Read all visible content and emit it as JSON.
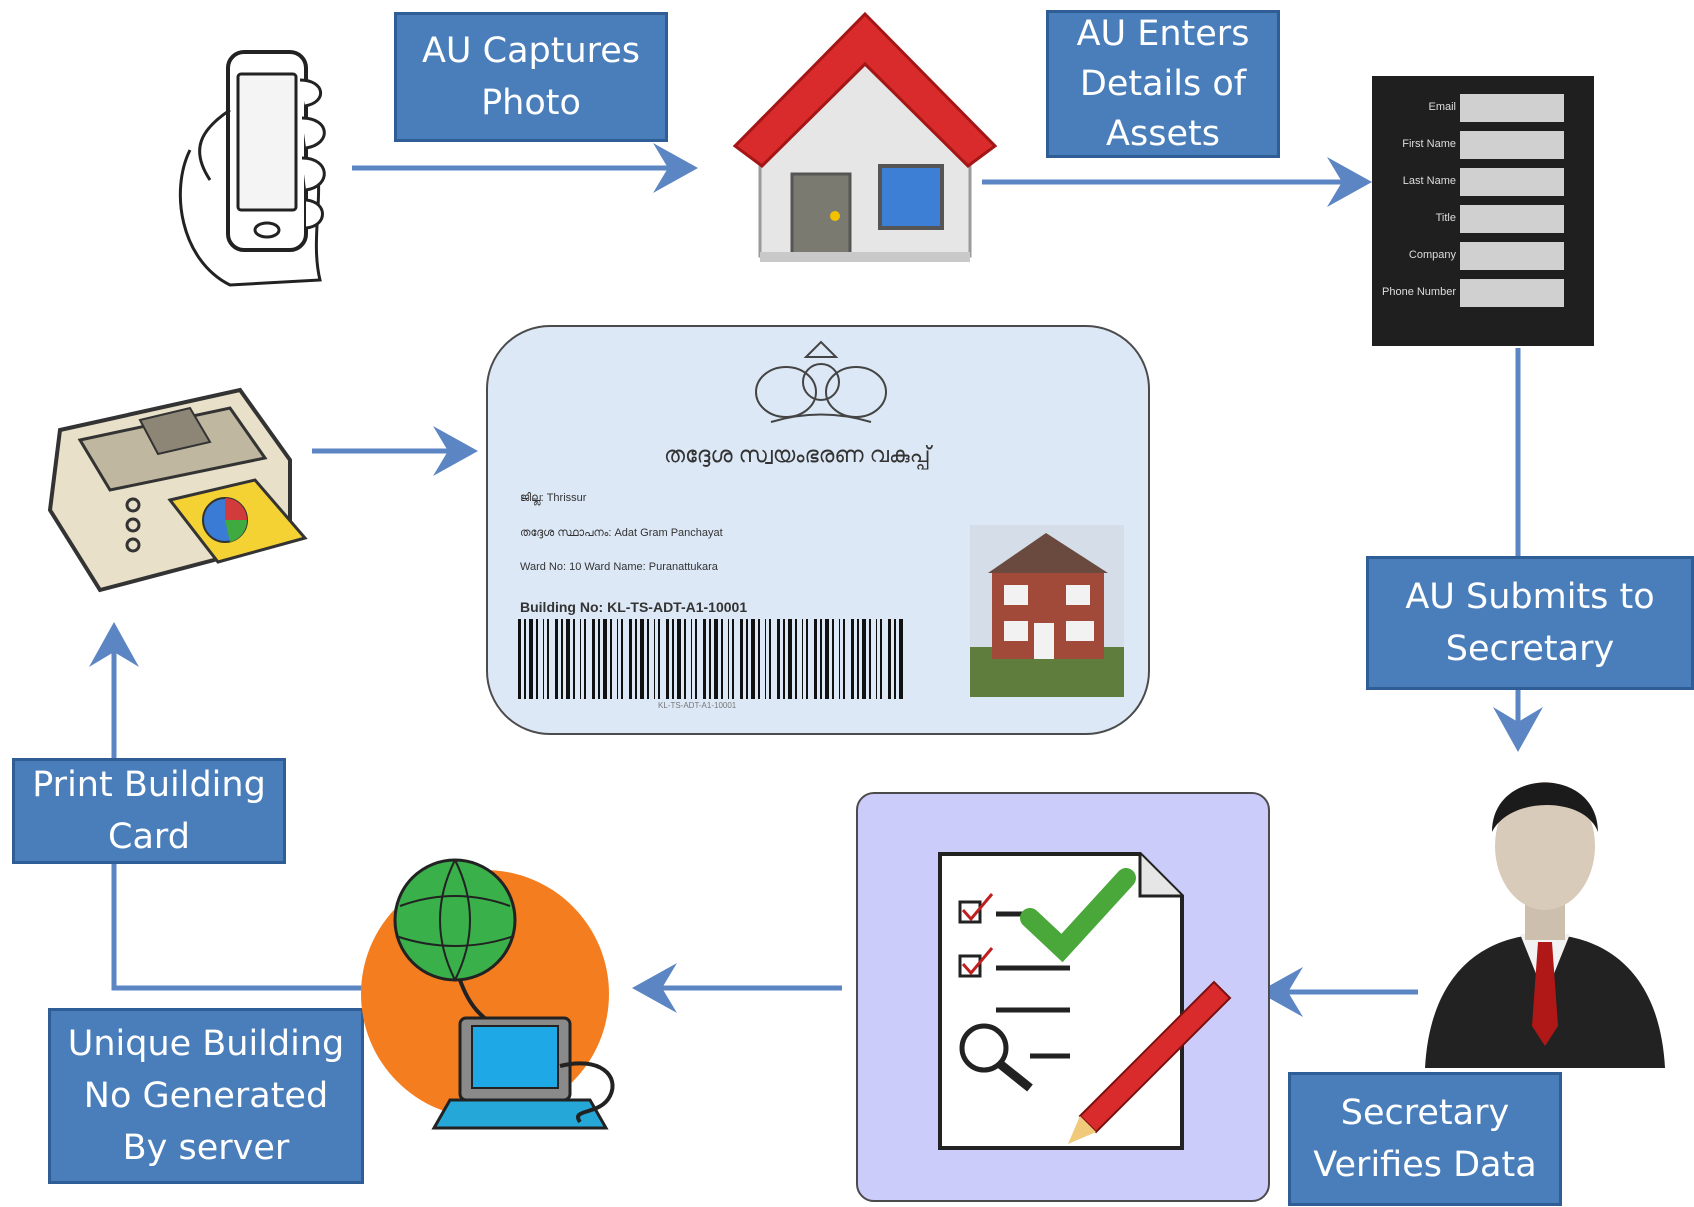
{
  "steps": {
    "capture_photo": "AU Captures\nPhoto",
    "enter_details": "AU Enters\nDetails of\nAssets",
    "submit_secretary": "AU Submits to\nSecretary",
    "secretary_verifies": "Secretary\nVerifies Data",
    "unique_number": "Unique Building\nNo Generated\nBy server",
    "print_card": "Print Building\nCard"
  },
  "form": {
    "fields": [
      "Email",
      "First Name",
      "Last Name",
      "Title",
      "Company",
      "Phone Number"
    ]
  },
  "card": {
    "department": "തദ്ദേശ സ്വയംഭരണ വകുപ്പ്",
    "district": "ജില്ല: Thrissur",
    "panchayat": "തദ്ദേശ സ്ഥാപനം: Adat Gram Panchayat",
    "ward": "Ward No: 10    Ward Name: Puranattukara",
    "building_no": "Building No: KL-TS-ADT-A1-10001",
    "barcode_text": "KL-TS-ADT-A1-10001"
  },
  "colors": {
    "step_box": "#4a7ebb",
    "step_border": "#2f5d96",
    "arrow": "#5b86c3",
    "card_bg": "#dde8f6",
    "checklist_panel": "#ccccfa"
  }
}
